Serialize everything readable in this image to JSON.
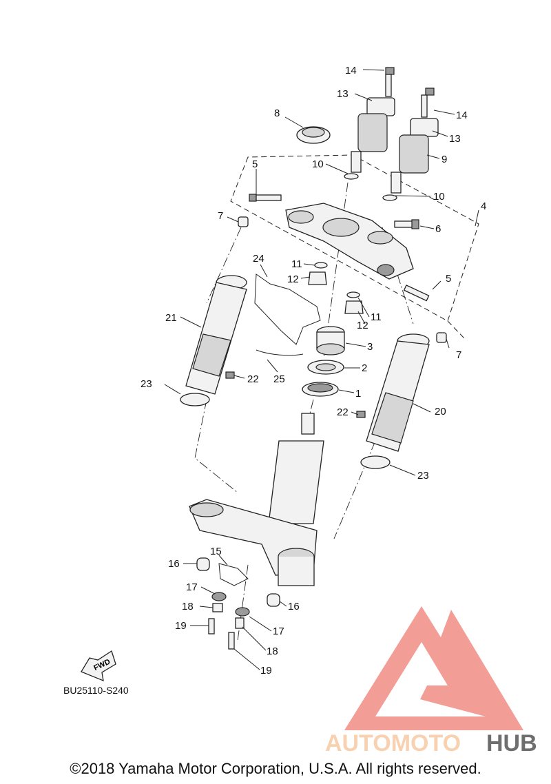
{
  "diagram": {
    "reference_code": "BU25110-S240",
    "copyright": "©2018 Yamaha Motor Corporation, U.S.A. All rights reserved.",
    "fwd_label": "FWD",
    "watermark": {
      "part1": "AUTOMOTO",
      "part2": "HUB",
      "color_light": "#f7c9a3",
      "color_mid": "#f28c86",
      "color_dark": "#555555"
    }
  },
  "callouts": [
    "1",
    "2",
    "3",
    "4",
    "5",
    "6",
    "7",
    "8",
    "9",
    "10",
    "11",
    "12",
    "13",
    "14",
    "15",
    "16",
    "17",
    "18",
    "19",
    "20",
    "21",
    "22",
    "23",
    "24",
    "25"
  ]
}
